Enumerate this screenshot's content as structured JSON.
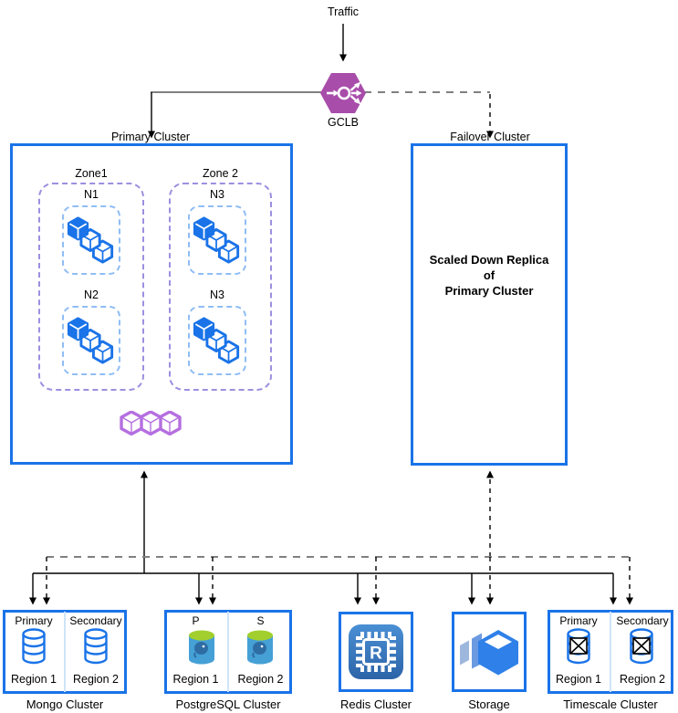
{
  "traffic_label": "Traffic",
  "gclb": {
    "label": "GCLB",
    "icon": "load-balancer-hexagon-icon"
  },
  "primary": {
    "label": "Primary Cluster",
    "zones": [
      {
        "label": "Zone1",
        "nodes": [
          "N1",
          "N2"
        ]
      },
      {
        "label": "Zone 2",
        "nodes": [
          "N3",
          "N3"
        ]
      }
    ],
    "pods_icon": "kubernetes-pods-icon",
    "node_icon": "gke-node-cubes-icon"
  },
  "failover": {
    "label": "Failover Cluster",
    "line1": "Scaled Down Replica",
    "line2": "of",
    "line3": "Primary Cluster"
  },
  "clusters": {
    "mongo": {
      "title": "Mongo Cluster",
      "left_label": "Primary",
      "right_label": "Secondary",
      "left_region": "Region 1",
      "right_region": "Region 2",
      "icon": "mongo-database-icon"
    },
    "postgres": {
      "title": "PostgreSQL Cluster",
      "left_label": "P",
      "right_label": "S",
      "left_region": "Region 1",
      "right_region": "Region 2",
      "icon": "postgres-database-icon"
    },
    "redis": {
      "title": "Redis Cluster",
      "chip_letter": "R",
      "icon": "redis-chip-icon"
    },
    "storage": {
      "title": "Storage",
      "icon": "storage-cube-icon"
    },
    "timescale": {
      "title": "Timescale Cluster",
      "left_label": "Primary",
      "right_label": "Secondary",
      "left_region": "Region 1",
      "right_region": "Region 2",
      "icon": "timescale-database-icon"
    }
  },
  "colors": {
    "accent_blue": "#1a73e8",
    "zone_purple": "#9d8fe0",
    "node_blue": "#8fbdf5",
    "divider_blue": "#cfe4f7",
    "pod_purple": "#b56fe0",
    "gclb_purple": "#a84daa",
    "line_gray": "#808080",
    "line_black": "#000000",
    "postgres_green": "#a2cf2d",
    "postgres_body_blue": "#45a0d6",
    "postgres_elephant_blue": "#2e6da4",
    "redis_blue": "#3d79c2",
    "storage_blue": "#2f80e8"
  }
}
